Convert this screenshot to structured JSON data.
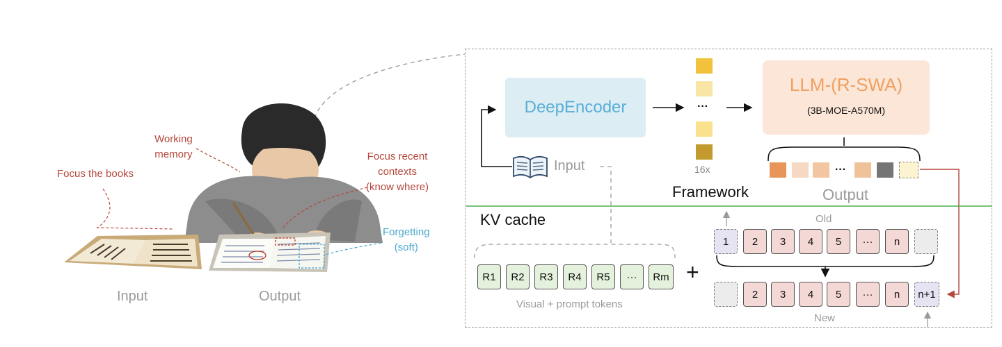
{
  "left": {
    "labels": {
      "focus_books": "Focus the books",
      "working_memory": "Working\nmemory",
      "focus_recent": "Focus recent\ncontexts\n(know where)",
      "forgetting": "Forgetting\n(soft)"
    },
    "captions": {
      "input": "Input",
      "output": "Output"
    }
  },
  "framework": {
    "encoder_label": "DeepEncoder",
    "ellipsis": "···",
    "multiplier": "16x",
    "llm_title": "LLM-(R-SWA)",
    "llm_subtitle": "(3B-MOE-A570M)",
    "input_label": "Input",
    "framework_label": "Framework",
    "output_label": "Output"
  },
  "kv": {
    "title": "KV cache",
    "visual_tokens": [
      "R1",
      "R2",
      "R3",
      "R4",
      "R5",
      "···",
      "Rm"
    ],
    "visual_caption": "Visual + prompt tokens",
    "plus": "+",
    "old_label": "Old",
    "old_tokens": [
      "1",
      "2",
      "3",
      "4",
      "5",
      "···",
      "n",
      ""
    ],
    "new_label": "New",
    "new_tokens": [
      "",
      "2",
      "3",
      "4",
      "5",
      "···",
      "n",
      "n+1"
    ]
  },
  "colors": {
    "encoder_bg": "#dcedf4",
    "encoder_text": "#5aaed6",
    "llm_bg": "#fbe6d8",
    "llm_text": "#f0a060",
    "token_green": "#e3f1dd",
    "token_pink": "#f3d8d6",
    "divider_green": "#4caf50",
    "arrow_red": "#b5473b"
  }
}
